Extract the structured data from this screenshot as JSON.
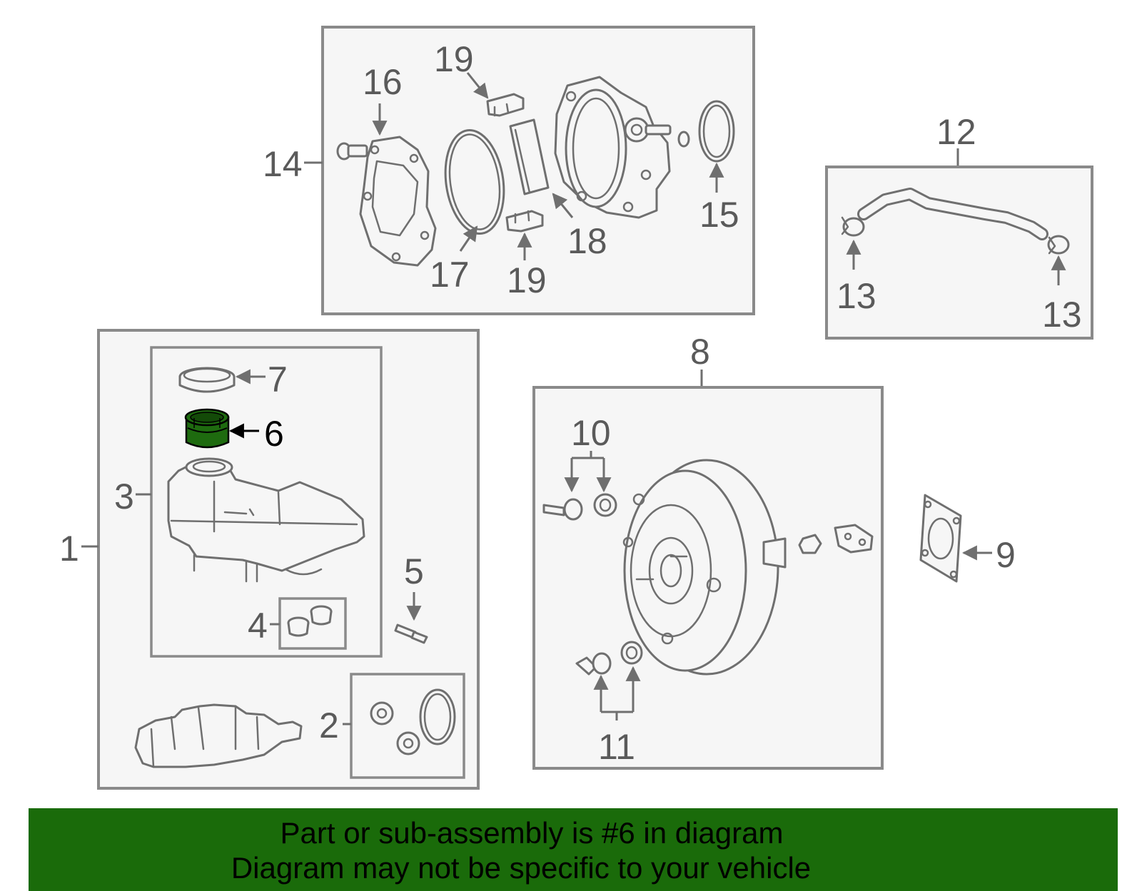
{
  "callouts": {
    "c1": "1",
    "c2": "2",
    "c3": "3",
    "c4": "4",
    "c5": "5",
    "c6": "6",
    "c7": "7",
    "c8": "8",
    "c9": "9",
    "c10": "10",
    "c11": "11",
    "c12": "12",
    "c13a": "13",
    "c13b": "13",
    "c14": "14",
    "c15": "15",
    "c16": "16",
    "c17": "17",
    "c18": "18",
    "c19a": "19",
    "c19b": "19"
  },
  "highlight": {
    "part_number": "6",
    "color": "#1e6b0f"
  },
  "banner": {
    "line1": "Part or sub-assembly is #6 in diagram",
    "line2": "Diagram may not be specific to your vehicle",
    "background": "#1a6b0a"
  },
  "icons": {
    "highlighted_part": "reservoir-strainer-icon",
    "reservoir": "brake-fluid-reservoir-icon",
    "master_cylinder": "master-cylinder-icon",
    "booster": "brake-booster-icon",
    "vacuum_pump": "vacuum-pump-icon",
    "hose": "vacuum-hose-icon"
  }
}
